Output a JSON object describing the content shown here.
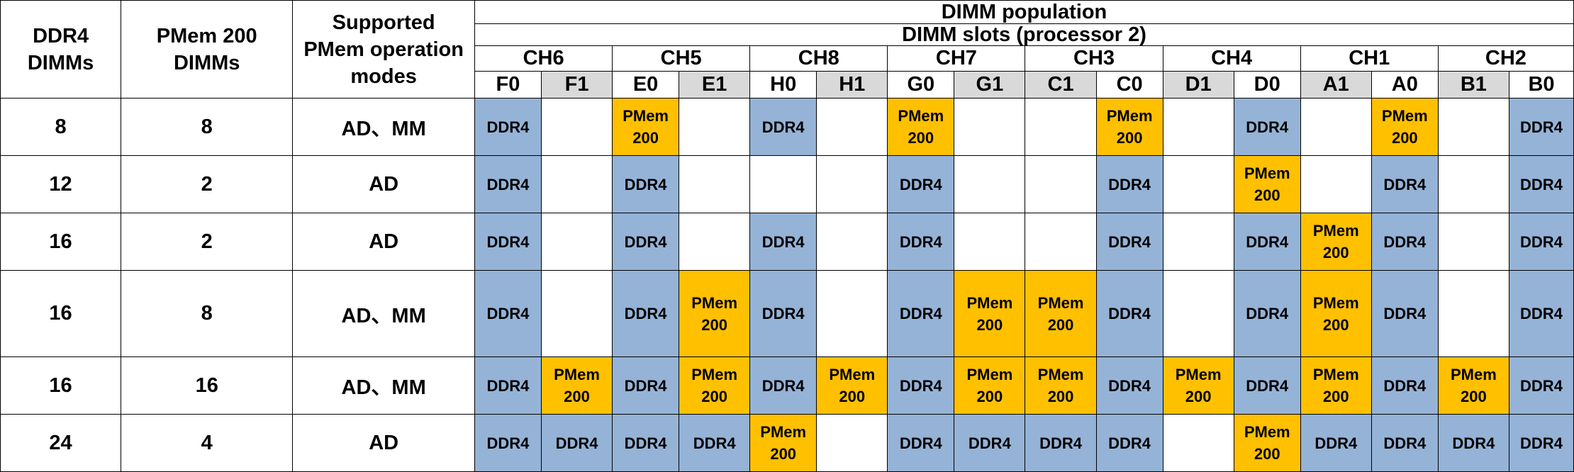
{
  "headers": {
    "ddr4": "DDR4\nDIMMs",
    "pmem": "PMem 200\nDIMMs",
    "modes": "Supported\nPMem operation\nmodes",
    "population": "DIMM population",
    "slots": "DIMM slots (processor 2)"
  },
  "channels": [
    "CH6",
    "CH5",
    "CH8",
    "CH7",
    "CH3",
    "CH4",
    "CH1",
    "CH2"
  ],
  "slots": [
    {
      "label": "F0",
      "shade": "white"
    },
    {
      "label": "F1",
      "shade": "gray"
    },
    {
      "label": "E0",
      "shade": "white"
    },
    {
      "label": "E1",
      "shade": "gray"
    },
    {
      "label": "H0",
      "shade": "white"
    },
    {
      "label": "H1",
      "shade": "gray"
    },
    {
      "label": "G0",
      "shade": "white"
    },
    {
      "label": "G1",
      "shade": "gray"
    },
    {
      "label": "C1",
      "shade": "gray"
    },
    {
      "label": "C0",
      "shade": "white"
    },
    {
      "label": "D1",
      "shade": "gray"
    },
    {
      "label": "D0",
      "shade": "white"
    },
    {
      "label": "A1",
      "shade": "gray"
    },
    {
      "label": "A0",
      "shade": "white"
    },
    {
      "label": "B1",
      "shade": "gray"
    },
    {
      "label": "B0",
      "shade": "white"
    }
  ],
  "cell_labels": {
    "ddr4": "DDR4",
    "pmem": "PMem\n200"
  },
  "colors": {
    "ddr4": "#95b3d7",
    "pmem": "#ffc000",
    "slot_gray": "#d9d9d9"
  },
  "rows": [
    {
      "ddr4": "8",
      "pmem": "8",
      "modes": "AD、MM",
      "cells": [
        "D",
        "",
        "P",
        "",
        "D",
        "",
        "P",
        "",
        "",
        "P",
        "",
        "D",
        "",
        "P",
        "",
        "D"
      ]
    },
    {
      "ddr4": "12",
      "pmem": "2",
      "modes": "AD",
      "cells": [
        "D",
        "",
        "D",
        "",
        "",
        "",
        "D",
        "",
        "",
        "D",
        "",
        "P",
        "",
        "D",
        "",
        "D"
      ]
    },
    {
      "ddr4": "16",
      "pmem": "2",
      "modes": "AD",
      "cells": [
        "D",
        "",
        "D",
        "",
        "D",
        "",
        "D",
        "",
        "",
        "D",
        "",
        "D",
        "P",
        "D",
        "",
        "D"
      ]
    },
    {
      "ddr4": "16",
      "pmem": "8",
      "modes": "AD、MM",
      "cells": [
        "D",
        "",
        "D",
        "P",
        "D",
        "",
        "D",
        "P",
        "P",
        "D",
        "",
        "D",
        "P",
        "D",
        "",
        "D"
      ]
    },
    {
      "ddr4": "16",
      "pmem": "16",
      "modes": "AD、MM",
      "cells": [
        "D",
        "P",
        "D",
        "P",
        "D",
        "P",
        "D",
        "P",
        "P",
        "D",
        "P",
        "D",
        "P",
        "D",
        "P",
        "D"
      ]
    },
    {
      "ddr4": "24",
      "pmem": "4",
      "modes": "AD",
      "cells": [
        "D",
        "D",
        "D",
        "D",
        "P",
        "",
        "D",
        "D",
        "D",
        "D",
        "",
        "P",
        "D",
        "D",
        "D",
        "D"
      ]
    }
  ]
}
